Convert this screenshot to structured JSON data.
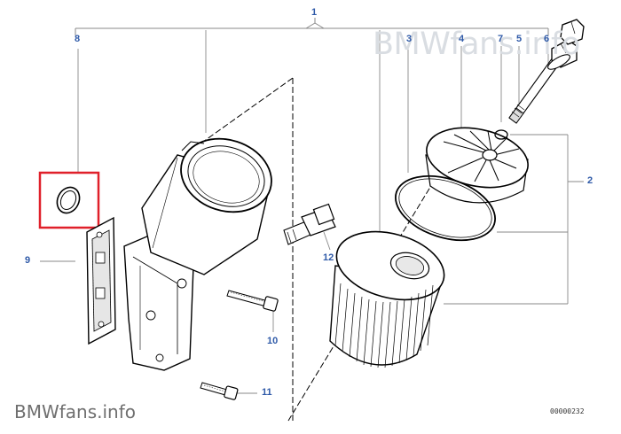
{
  "watermark_top": "BMWfans.info",
  "watermark_bottom": "BMWfans.info",
  "diagram_id": "00000232",
  "callouts": {
    "c1": "1",
    "c2": "2",
    "c3": "3",
    "c4": "4",
    "c5": "5",
    "c6": "6",
    "c7": "7",
    "c8": "8",
    "c9": "9",
    "c10": "10",
    "c11": "11",
    "c12": "12"
  },
  "colors": {
    "callout_blue": "#2f5aa8",
    "highlight_red": "#e0202a",
    "line": "#000000",
    "leader": "#888888"
  }
}
